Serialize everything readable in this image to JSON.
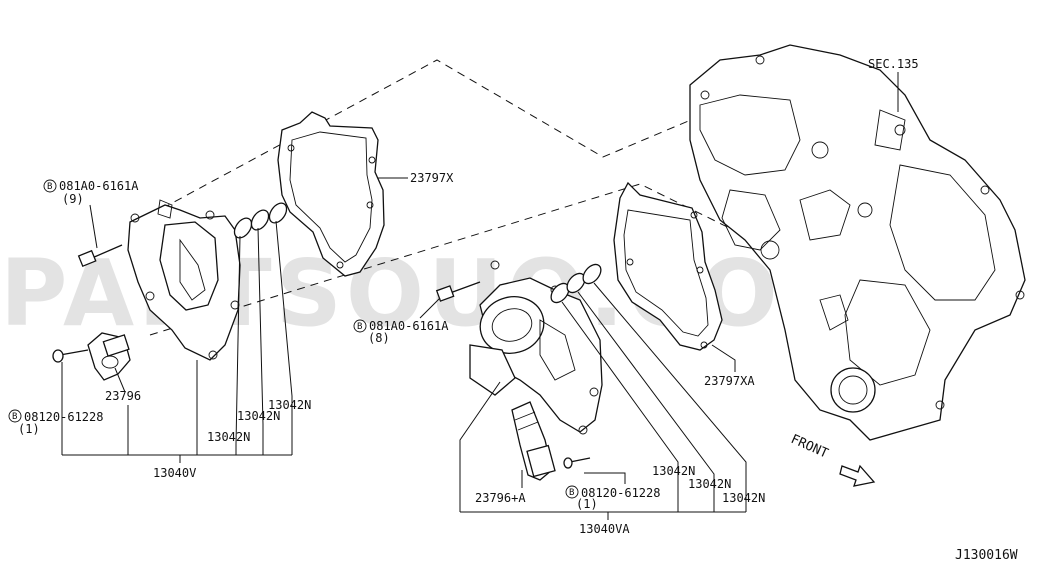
{
  "watermark": "PARTSOUQ.COM",
  "diagram_code": "J130016W",
  "front_label": "FRONT",
  "callouts": {
    "sec": "SEC.135",
    "gasket_left": "23797X",
    "gasket_right": "23797XA",
    "bolt_left": "081A0-6161A",
    "bolt_left_qty": "(9)",
    "bolt_right": "081A0-6161A",
    "bolt_right_qty": "(8)",
    "bolt_marker": "B",
    "sensor_left": "23796",
    "sensor_right": "23796+A",
    "screw_left": "08120-61228",
    "screw_left_qty": "(1)",
    "screw_right": "08120-61228",
    "screw_right_qty": "(1)",
    "oring_l1": "13042N",
    "oring_l2": "13042N",
    "oring_l3": "13042N",
    "oring_r1": "13042N",
    "oring_r2": "13042N",
    "oring_r3": "13042N",
    "assy_left": "13040V",
    "assy_right": "13040VA"
  }
}
